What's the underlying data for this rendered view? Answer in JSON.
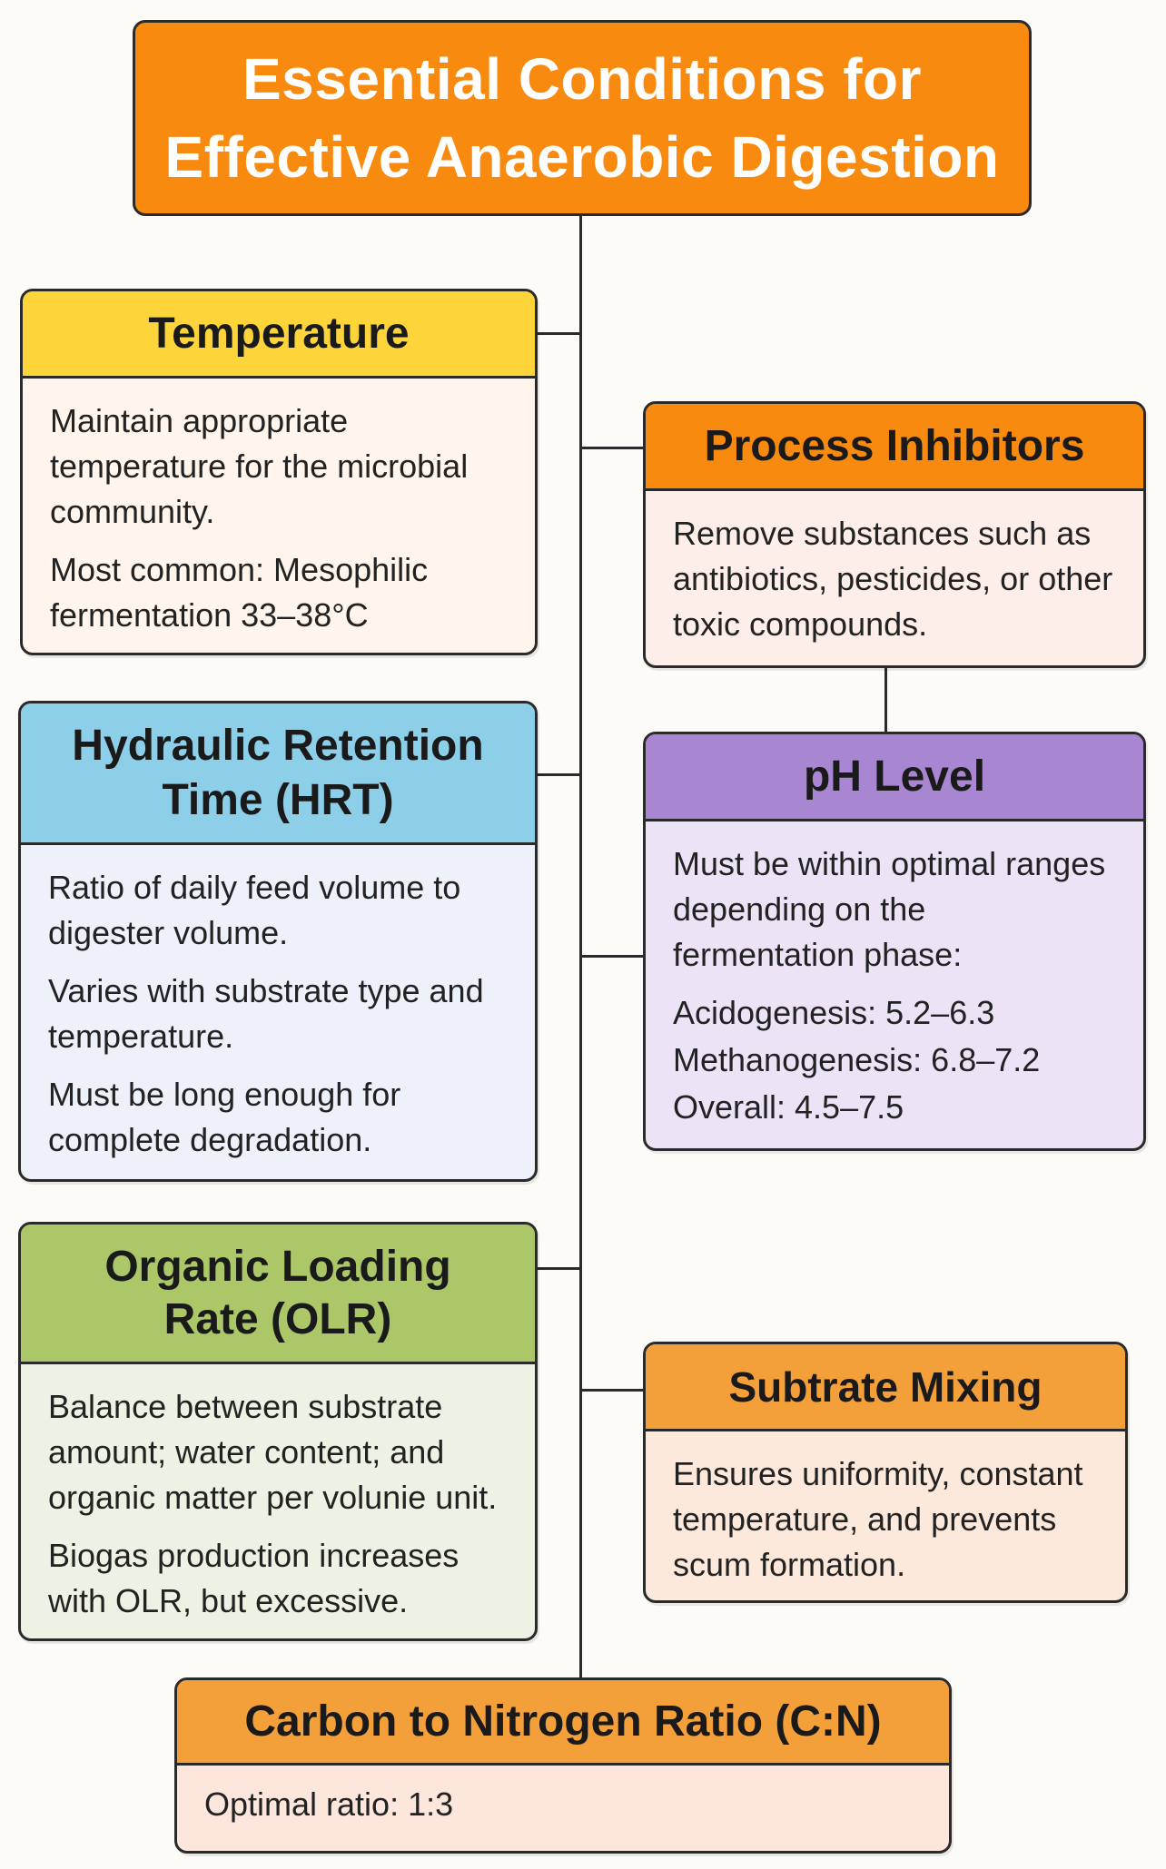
{
  "title": "Essential Conditions for\nEffective Anaerobic Digestion",
  "colors": {
    "title_bg": "#f88a10",
    "temperature": "#fdd53a",
    "process_inhibitors": "#f88a10",
    "hrt": "#8dcfe9",
    "ph_level": "#a886d1",
    "olr": "#abc768",
    "substrate_mixing": "#f4a03a",
    "cn_ratio": "#f4a03a",
    "connector": "#2a2a2a"
  },
  "cards": {
    "temperature": {
      "heading": "Temperature",
      "lines": [
        "Maintain appropriate temperature for the microbial community.",
        "Most common: Mesophilic fermentation 33–38°C"
      ]
    },
    "process_inhibitors": {
      "heading": "Process Inhibitors",
      "lines": [
        "Remove substances such as antibiotics, pesticides, or other toxic compounds."
      ]
    },
    "hrt": {
      "heading": "Hydraulic Retention\nTime (HRT)",
      "lines": [
        "Ratio of daily feed volume to digester volume.",
        "Varies with substrate type and temperature.",
        "Must be long enough for complete degradation."
      ]
    },
    "ph_level": {
      "heading": "pH Level",
      "lines": [
        "Must be within optimal ranges depending on the fermentation phase:",
        "Acidogenesis: 5.2–6.3",
        "Methanogenesis: 6.8–7.2",
        "Overall: 4.5–7.5"
      ]
    },
    "olr": {
      "heading": "Organic Loading\nRate (OLR)",
      "lines": [
        "Balance between substrate amount; water content; and organic matter per volunie unit.",
        "Biogas production increases with OLR, but excessive."
      ]
    },
    "substrate_mixing": {
      "heading": "Subtrate Mixing",
      "lines": [
        "Ensures uniformity, constant temperature, and prevents scum formation."
      ]
    },
    "cn_ratio": {
      "heading": "Carbon to Nitrogen Ratio (C:N)",
      "lines": [
        "Optimal ratio: 1:3"
      ]
    }
  }
}
